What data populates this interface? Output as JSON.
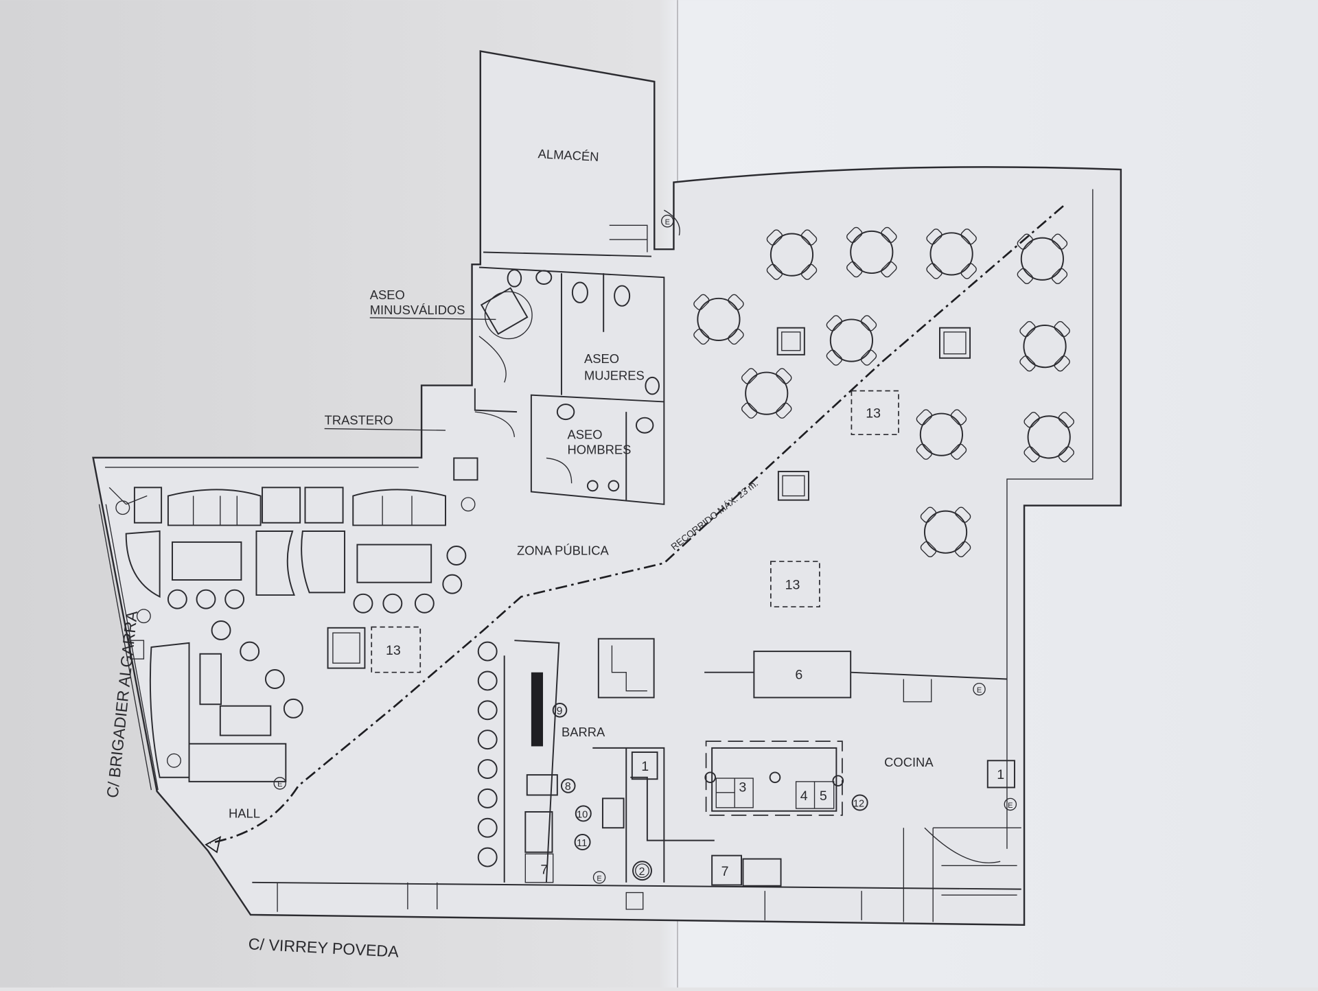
{
  "plan": {
    "rooms": {
      "almacen": "ALMACÉN",
      "aseo_minusvalidos": [
        "ASEO",
        "MINUSVÁLIDOS"
      ],
      "trastero": "TRASTERO",
      "aseo_mujeres": [
        "ASEO",
        "MUJERES"
      ],
      "aseo_hombres": [
        "ASEO",
        "HOMBRES"
      ],
      "zona_publica": "ZONA PÚBLICA",
      "barra": "BARRA",
      "cocina": "COCINA",
      "hall": "HALL"
    },
    "evacuation_route": "RECORRIDO MÁX. 23 m.",
    "streets": {
      "left": "C/ BRIGADIER ALGARRA",
      "bottom": "C/ VIRREY POVEDA"
    },
    "markers": {
      "zone_13": "13",
      "counter_6": "6",
      "item_1": "1",
      "item_2": "2",
      "item_3": "3",
      "item_4": "4",
      "item_5": "5",
      "item_7": "7",
      "item_8": "8",
      "item_9": "9",
      "item_10": "10",
      "item_11": "11",
      "item_12": "12",
      "extinguisher": "E"
    }
  }
}
